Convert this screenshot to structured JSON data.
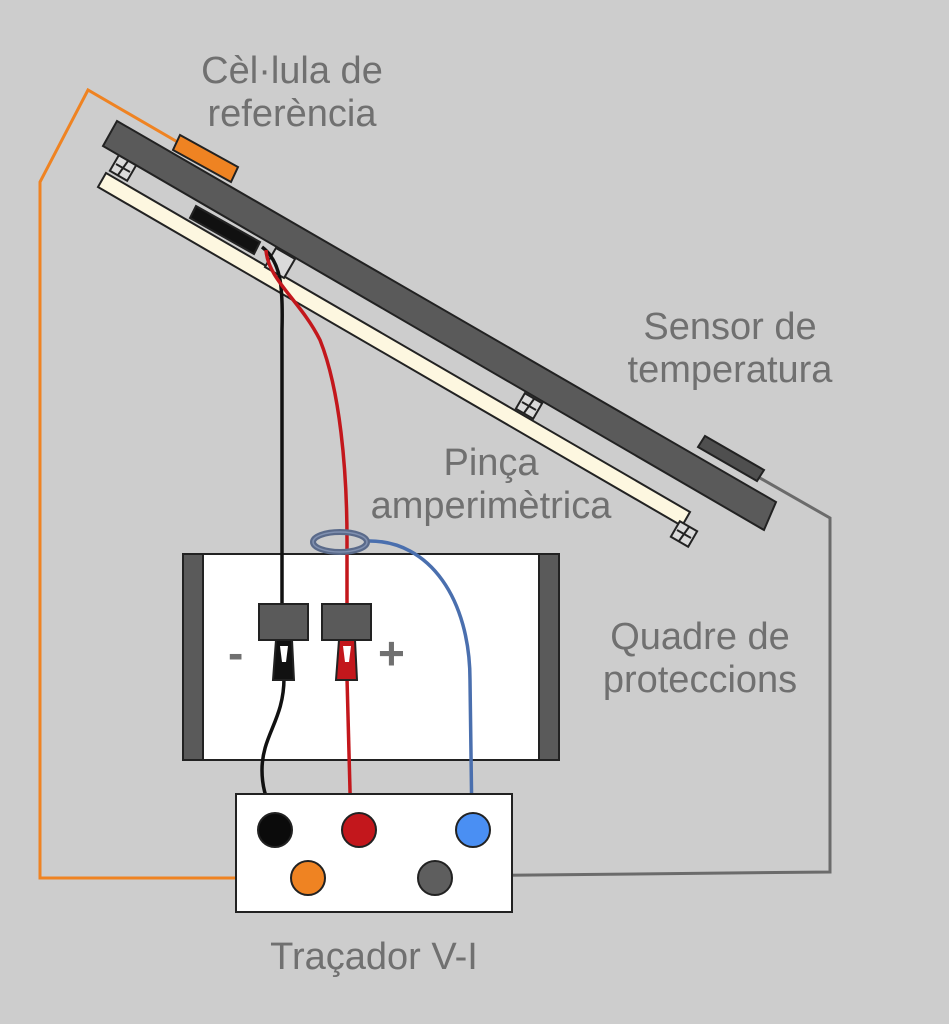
{
  "labels": {
    "reference_cell": [
      "Cèl·lula de",
      "referència"
    ],
    "temperature_sensor": [
      "Sensor de",
      "temperatura"
    ],
    "current_clamp": [
      "Pinça",
      "amperimètrica"
    ],
    "protection_box": [
      "Quadre de",
      "proteccions"
    ],
    "iv_tracer": "Traçador V-I"
  },
  "polarity": {
    "negative": "-",
    "positive": "+"
  },
  "colors": {
    "background": "#cdcdcd",
    "label_text": "#707070",
    "panel": "#5a5a5a",
    "panel_support": "#fdf7e0",
    "reference_cell": "#ef8322",
    "negative_wire": "#111111",
    "positive_wire": "#c3171c",
    "clamp_wire": "#4a6fae",
    "sensor_wire": "#6b6b6b",
    "reference_wire": "#ef8322",
    "terminal_black": "#0b0b0b",
    "terminal_red": "#c3171c",
    "terminal_blue": "#4a8ff3",
    "terminal_orange": "#ef8322",
    "terminal_gray": "#5e5e5e"
  }
}
